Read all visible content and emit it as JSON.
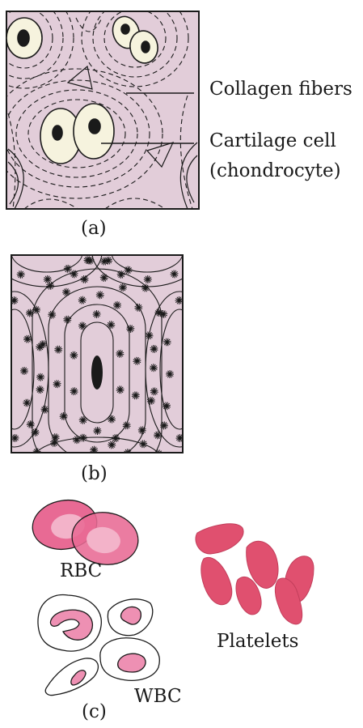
{
  "panel_a": {
    "caption": "(a)",
    "label_collagen": "Collagen fibers",
    "label_cell_line1": "Cartilage cell",
    "label_cell_line2": "(chondrocyte)"
  },
  "panel_b": {
    "caption": "(b)"
  },
  "panel_c": {
    "caption": "(c)",
    "label_rbc": "RBC",
    "label_platelets": "Platelets",
    "label_wbc": "WBC"
  },
  "colors": {
    "matrix": "#e2cdd9",
    "outline": "#1a1a1a",
    "cell_fill": "#f6f3de",
    "rbc_outer": "#e86a94",
    "rbc_inner": "#f3b3c9",
    "platelet": "#e0506f",
    "wbc_nucleus": "#ee90b3"
  }
}
